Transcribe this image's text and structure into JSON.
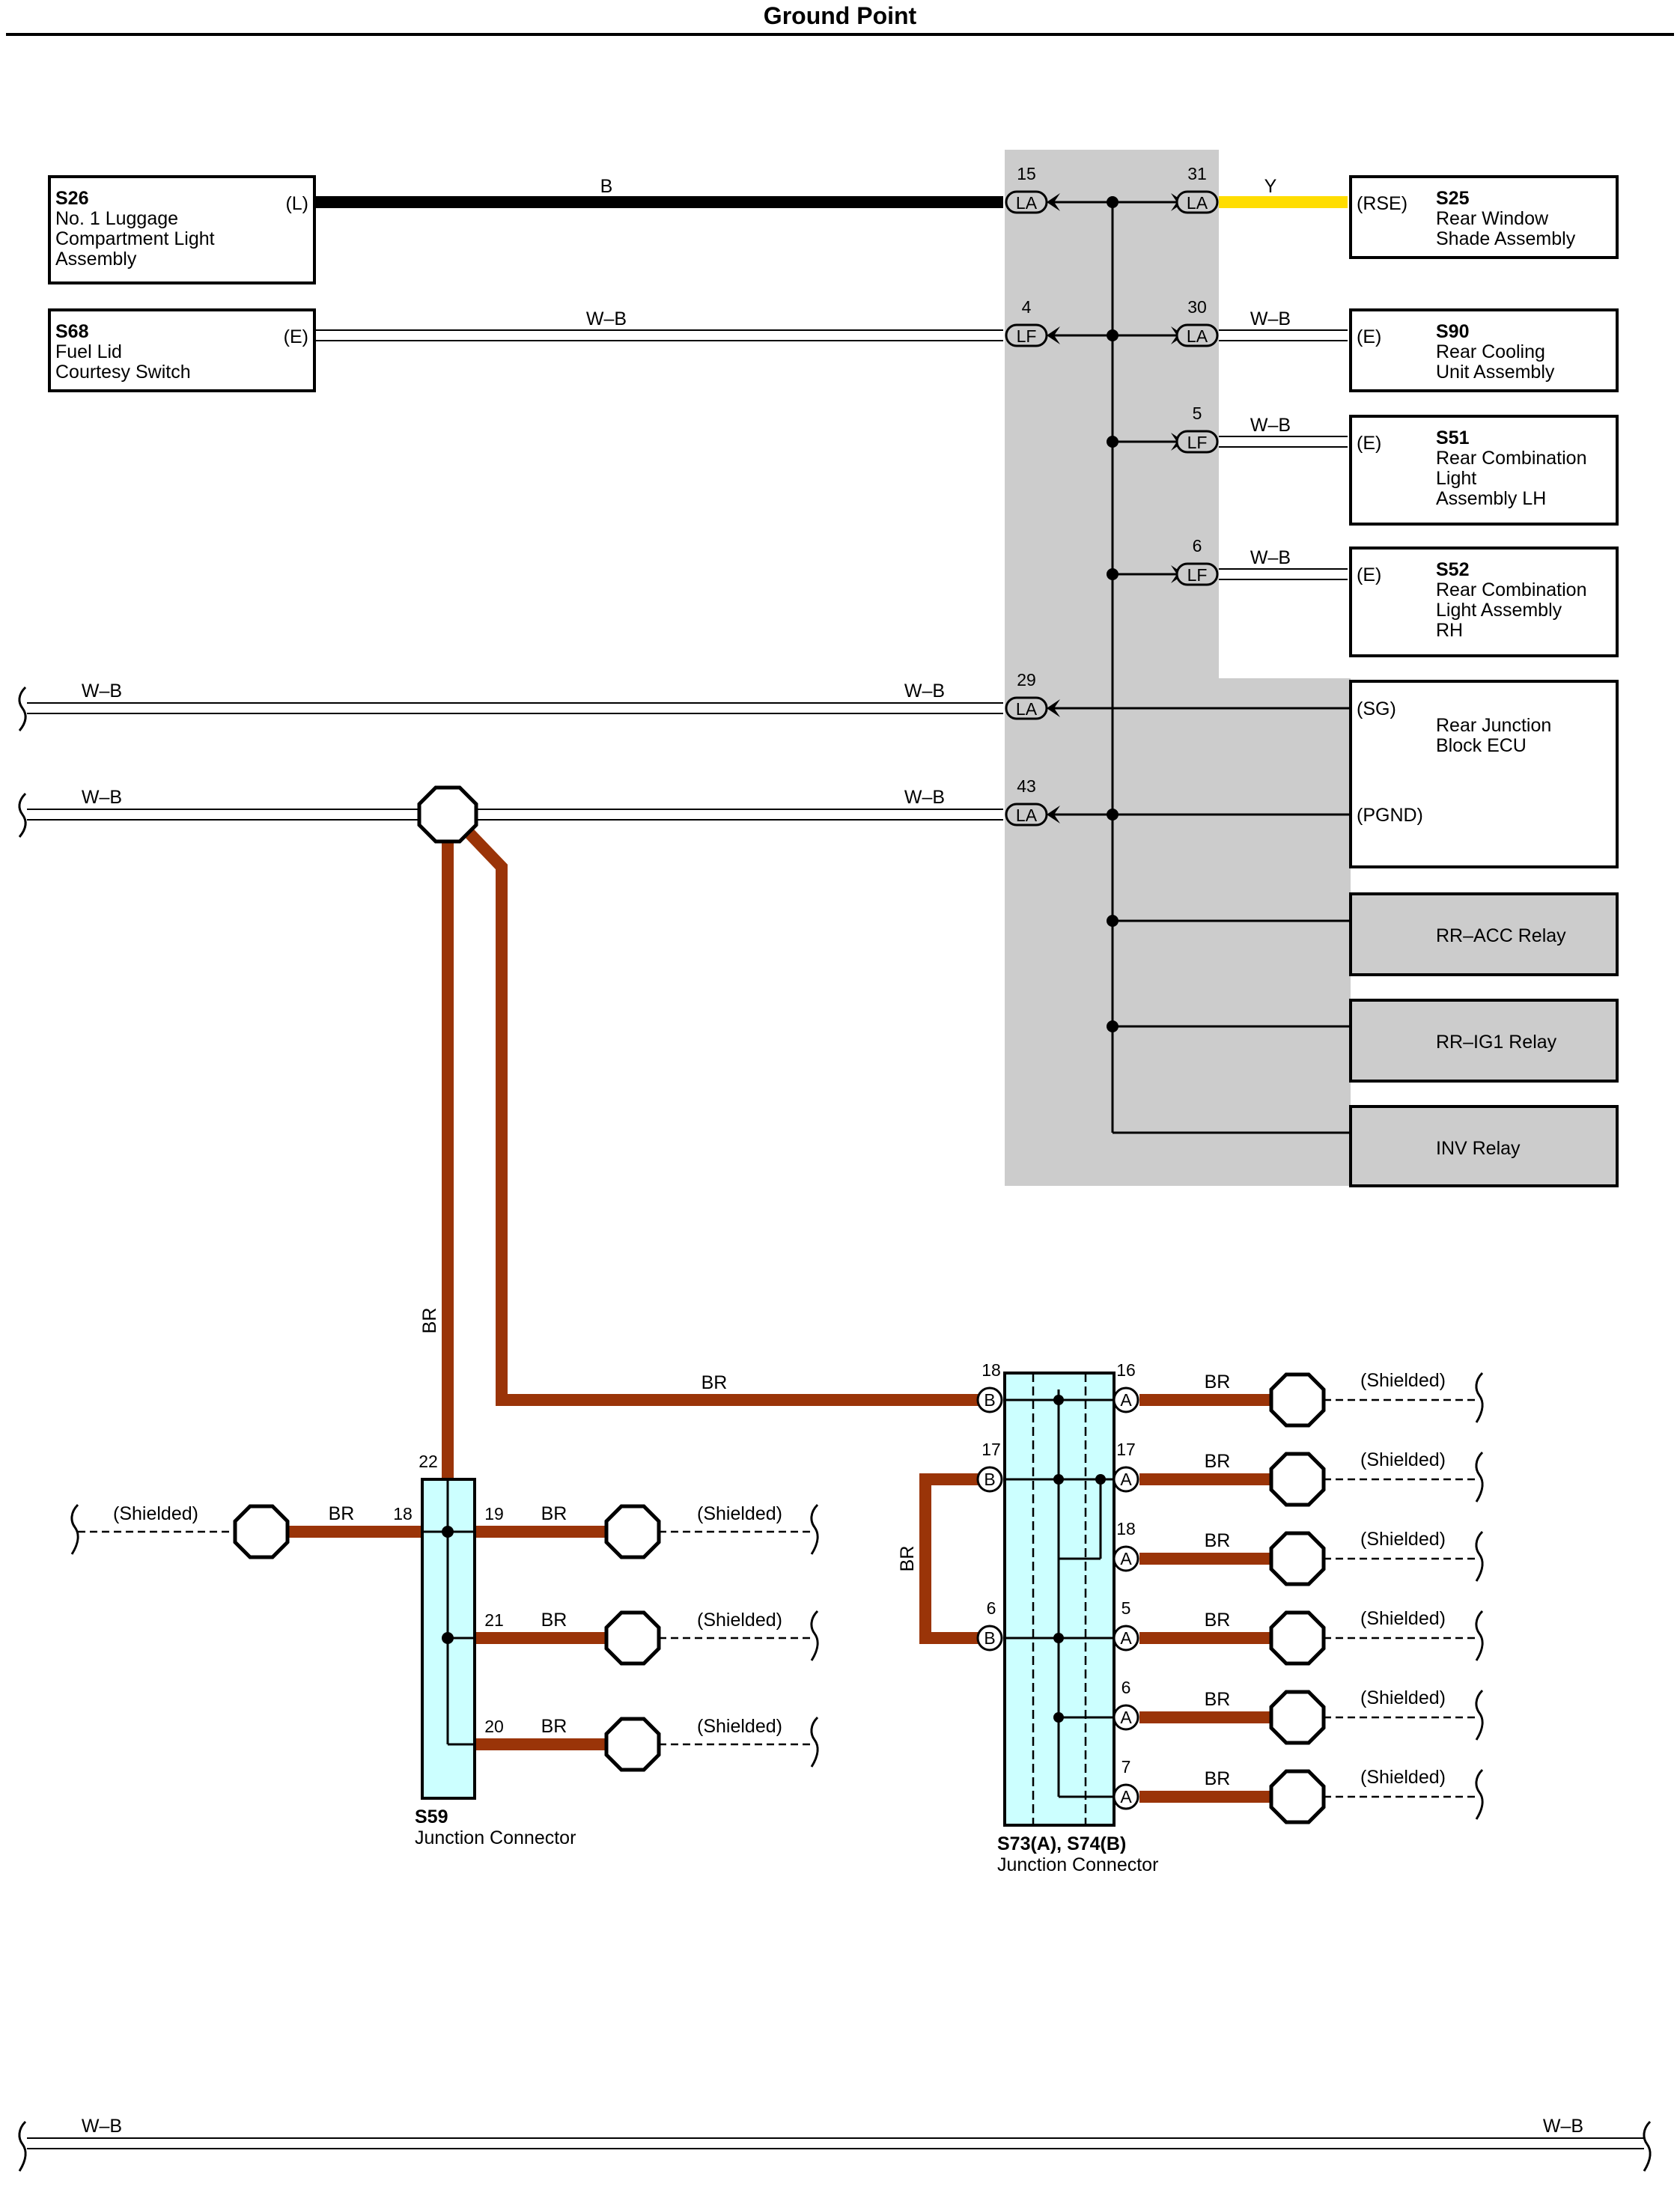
{
  "title": "Ground Point",
  "components": {
    "s26": {
      "code": "S26",
      "name_lines": [
        "No. 1 Luggage",
        "Compartment Light",
        "Assembly"
      ],
      "terminal": "(L)"
    },
    "s68": {
      "code": "S68",
      "name_lines": [
        "Fuel Lid",
        "Courtesy Switch"
      ],
      "terminal": "(E)"
    },
    "s25": {
      "code": "S25",
      "name_lines": [
        "Rear Window",
        "Shade Assembly"
      ],
      "terminal": "(RSE)"
    },
    "s90": {
      "code": "S90",
      "name_lines": [
        "Rear Cooling",
        "Unit Assembly"
      ],
      "terminal": "(E)"
    },
    "s51": {
      "code": "S51",
      "name_lines": [
        "Rear Combination",
        "Light",
        "Assembly LH"
      ],
      "terminal": "(E)"
    },
    "s52": {
      "code": "S52",
      "name_lines": [
        "Rear Combination",
        "Light Assembly",
        "RH"
      ],
      "terminal": "(E)"
    },
    "rjb": {
      "name_lines": [
        "Rear Junction",
        "Block ECU"
      ],
      "terminal_sg": "(SG)",
      "terminal_pgnd": "(PGND)"
    },
    "rr_acc": {
      "name": "RR–ACC Relay"
    },
    "rr_ig1": {
      "name": "RR–IG1 Relay"
    },
    "inv": {
      "name": "INV Relay"
    },
    "s59": {
      "code": "S59",
      "name": "Junction Connector"
    },
    "s73": {
      "code": "S73(A), S74(B)",
      "name": "Junction Connector"
    }
  },
  "connectors": {
    "c15": {
      "pin": "15",
      "code": "LA"
    },
    "c31": {
      "pin": "31",
      "code": "LA"
    },
    "c4": {
      "pin": "4",
      "code": "LF"
    },
    "c30": {
      "pin": "30",
      "code": "LA"
    },
    "c5": {
      "pin": "5",
      "code": "LF"
    },
    "c6": {
      "pin": "6",
      "code": "LF"
    },
    "c29": {
      "pin": "29",
      "code": "LA"
    },
    "c43": {
      "pin": "43",
      "code": "LA"
    }
  },
  "wires": {
    "b": "B",
    "y": "Y",
    "wb": "W–B",
    "br": "BR",
    "shielded": "(Shielded)"
  },
  "s59_pins": {
    "top": "22",
    "left": "18",
    "right": [
      "19",
      "21",
      "20"
    ]
  },
  "s73_pins": {
    "left": [
      {
        "pin": "18",
        "letter": "B"
      },
      {
        "pin": "17",
        "letter": "B"
      },
      {
        "pin": "6",
        "letter": "B"
      }
    ],
    "right": [
      {
        "pin": "16",
        "letter": "A"
      },
      {
        "pin": "17",
        "letter": "A"
      },
      {
        "pin": "18",
        "letter": "A"
      },
      {
        "pin": "5",
        "letter": "A"
      },
      {
        "pin": "6",
        "letter": "A"
      },
      {
        "pin": "7",
        "letter": "A"
      }
    ]
  },
  "colors": {
    "black_wire": "#000000",
    "yellow_wire": "#ffdd00",
    "brown_wire": "#9a3408",
    "shade": "#cccccc",
    "junction_fill": "#ccffff"
  }
}
